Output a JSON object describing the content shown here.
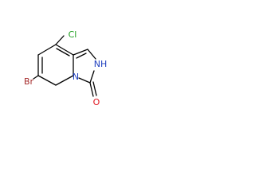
{
  "molecule": {
    "atoms": {
      "cl": {
        "label": "Cl",
        "color": "#1e9e1e"
      },
      "br": {
        "label": "Br",
        "color": "#a52a2a"
      },
      "nh": {
        "label": "NH",
        "color": "#1f3fbf"
      },
      "n": {
        "label": "N",
        "color": "#1f3fbf"
      },
      "o": {
        "label": "O",
        "color": "#e0141e"
      }
    },
    "bond_color": "#000000"
  }
}
